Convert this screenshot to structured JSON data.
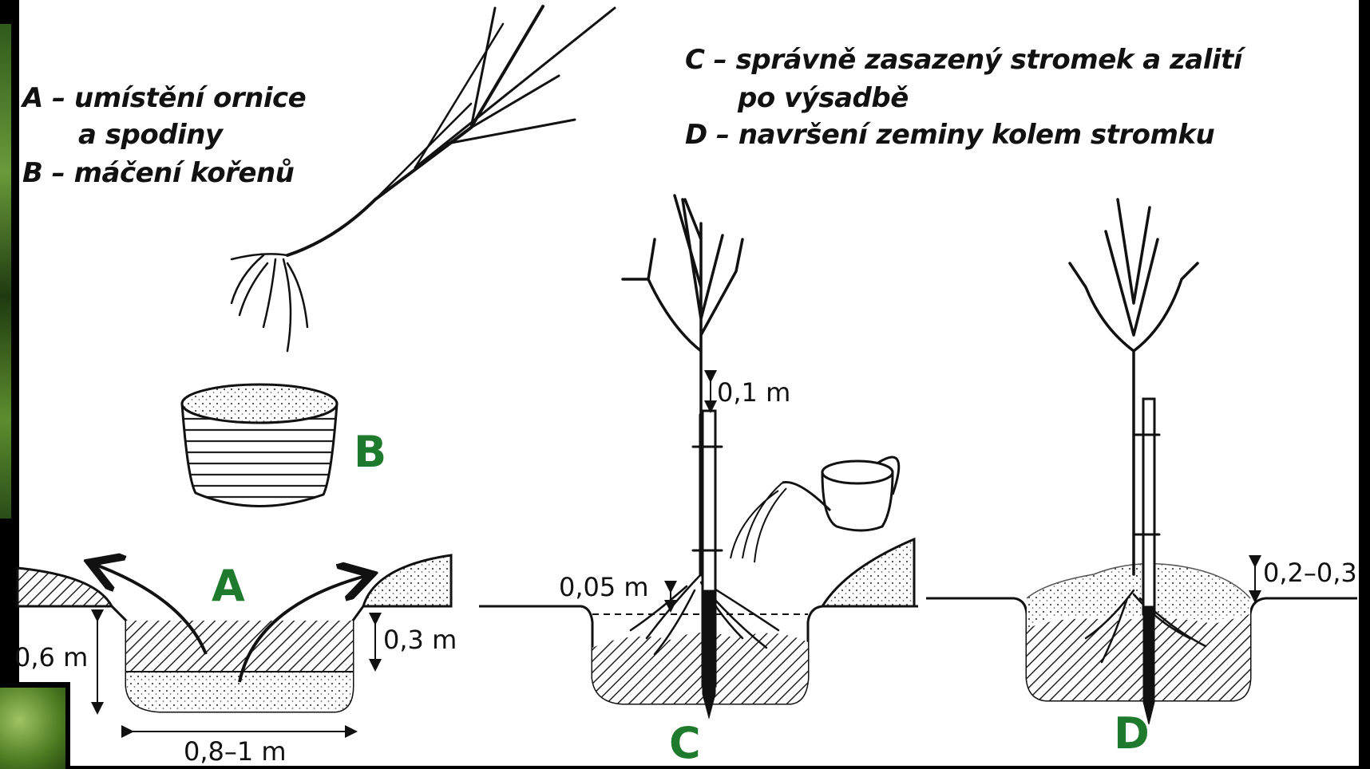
{
  "legend": {
    "a_line1": "A – umístění ornice",
    "a_line2": "a spodiny",
    "b": "B – máčení kořenů",
    "c_line1": "C – správně zasazený stromek a zalití",
    "c_line2": "po výsadbě",
    "d": "D – navršení zeminy kolem stromku"
  },
  "letters": {
    "a": "A",
    "b": "B",
    "c": "C",
    "d": "D"
  },
  "dimensions": {
    "depth_total": "0,6 m",
    "depth_topsoil": "0,3 m",
    "width": "0,8–1 m",
    "stake_gap": "0,1 m",
    "planting_depth": "0,05 m",
    "mound_height": "0,2–0,3"
  },
  "colors": {
    "label_green": "#1e7a2c",
    "ink": "#111111"
  }
}
